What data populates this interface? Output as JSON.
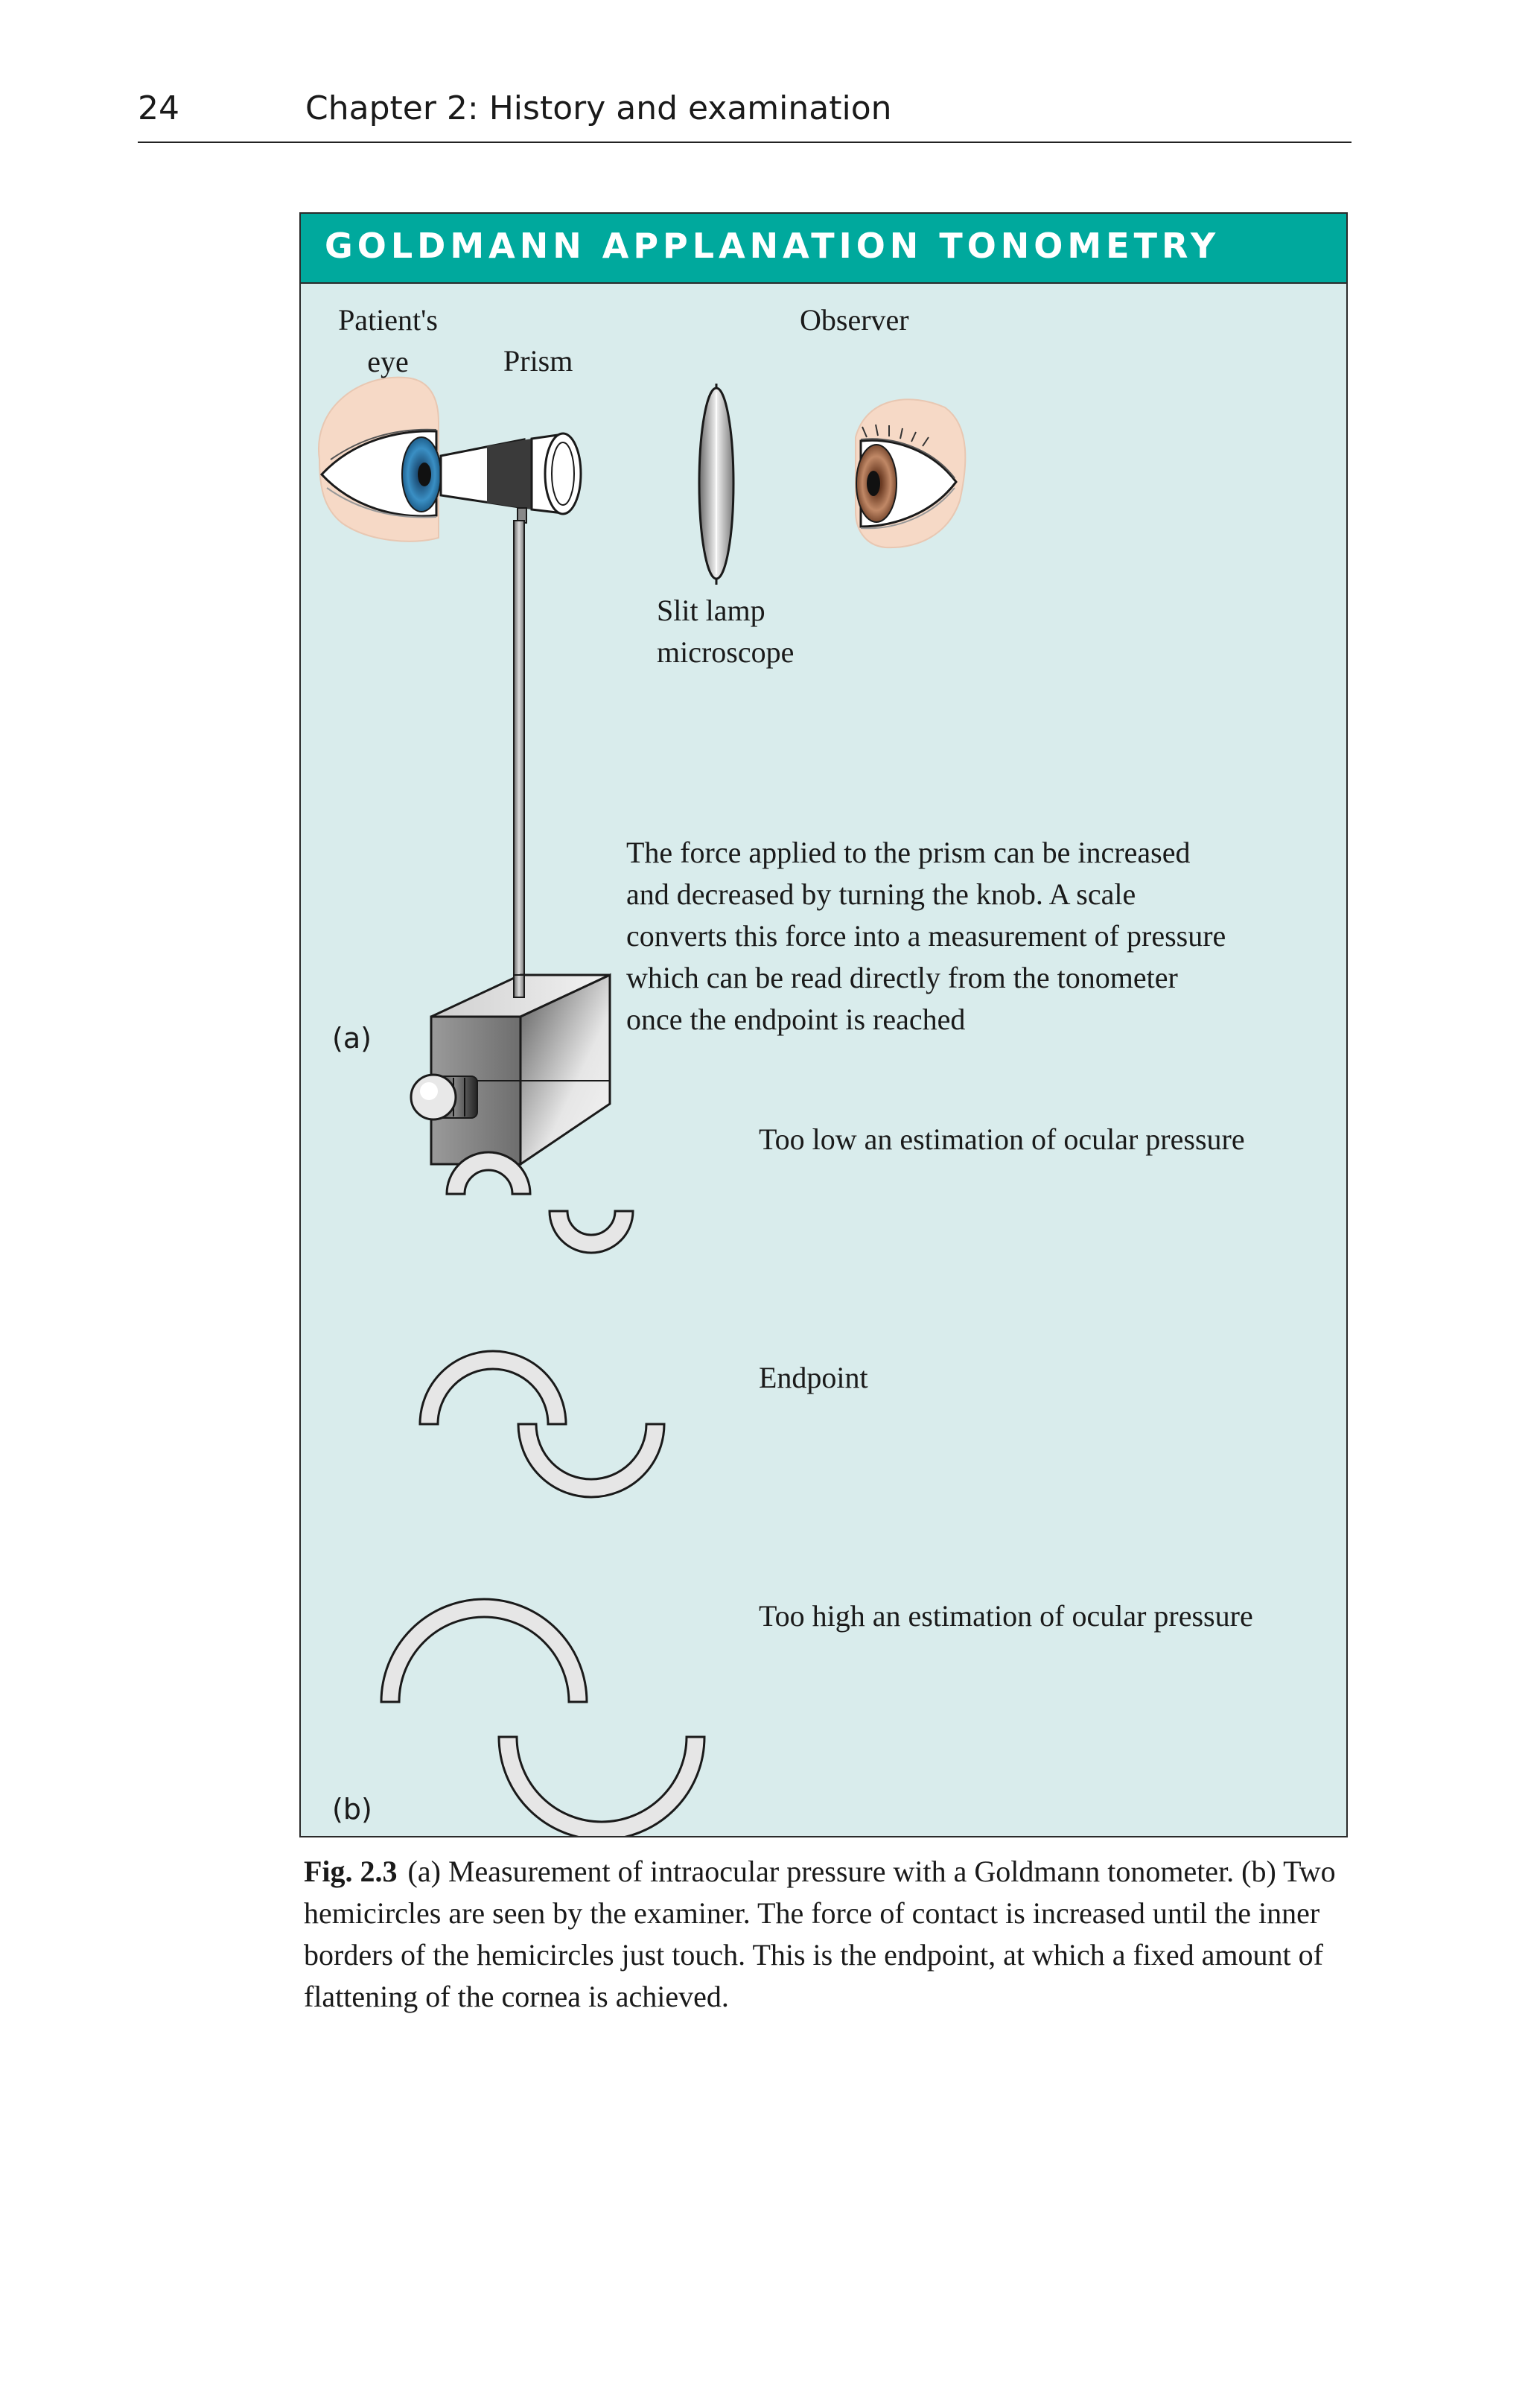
{
  "running_head": {
    "page_number": "24",
    "chapter_title": "Chapter 2: History and examination"
  },
  "figure": {
    "title": "GOLDMANN APPLANATION TONOMETRY",
    "labels": {
      "patients_eye_line1": "Patient's",
      "patients_eye_line2": "eye",
      "prism": "Prism",
      "observer": "Observer",
      "slit_lamp_line1": "Slit lamp",
      "slit_lamp_line2": "microscope"
    },
    "description_lines": [
      "The force applied to the prism can be increased",
      "and decreased by turning the knob. A scale",
      "converts this force into a measurement of pressure",
      "which can be read directly from the tonometer",
      "once the endpoint is reached"
    ],
    "panel_a": "(a)",
    "panel_b": "(b)",
    "hemicircle_states": {
      "too_low": "Too low an estimation of ocular pressure",
      "endpoint": "Endpoint",
      "too_high": "Too high an estimation of ocular pressure"
    },
    "colors": {
      "header_bg": "#00a99d",
      "panel_bg": "#d9ecec",
      "patient_iris": "#3a8fc4",
      "observer_iris": "#b0765a",
      "skin": "#f6d9c6"
    }
  },
  "caption": {
    "fig_number": "Fig. 2.3",
    "text": "(a) Measurement of intraocular pressure with a Goldmann tonometer. (b) Two hemicircles are seen by the examiner. The force of contact is increased until the inner borders of the hemicircles just touch. This is the endpoint, at which a fixed amount of flattening of the cornea is achieved."
  }
}
